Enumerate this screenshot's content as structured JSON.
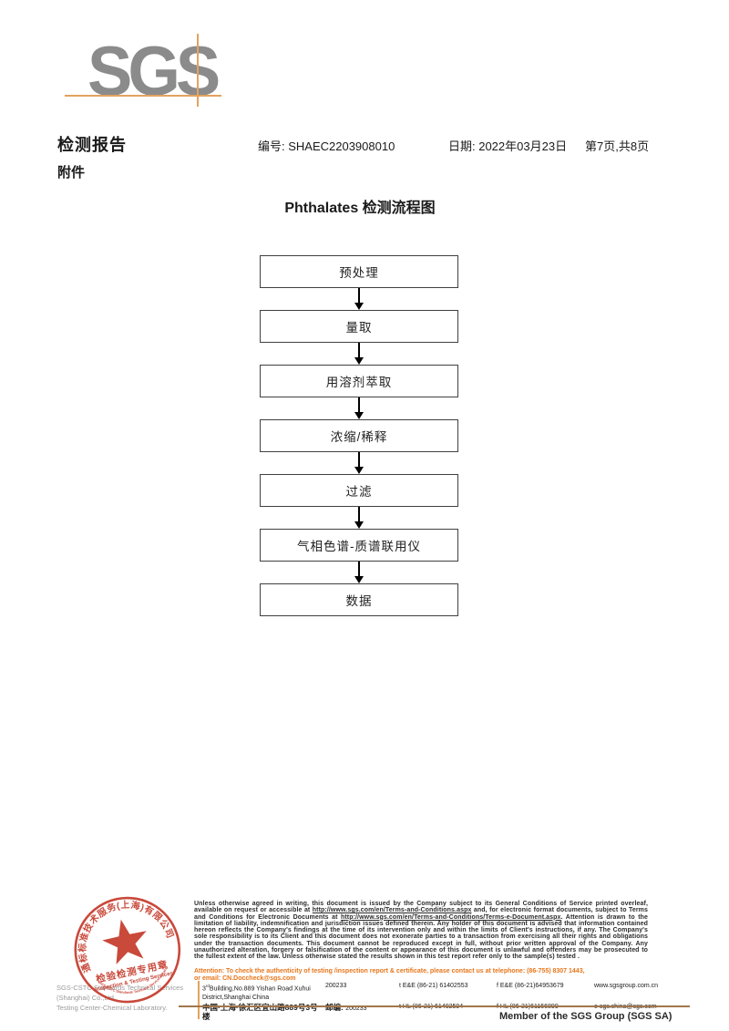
{
  "logo": {
    "text": "SGS"
  },
  "header": {
    "report_title": "检测报告",
    "report_no": "编号: SHAEC2203908010",
    "date": "日期: 2022年03月23日",
    "page_info": "第7页,共8页",
    "attachment_label": "附件"
  },
  "flowchart": {
    "title": "Phthalates 检测流程图",
    "steps": [
      "预处理",
      "量取",
      "用溶剂萃取",
      "浓缩/稀释",
      "过滤",
      "气相色谱-质谱联用仪",
      "数据"
    ]
  },
  "stamp": {
    "ring_cn": "通标标准技术服务(上海)有限公司",
    "ring_en": "SGS-CSTC Standards Technical Services(Shanghai) Co.,Ltd.",
    "inner_line1": "检验检测专用章",
    "inner_line2": "Inspection & Testing Services"
  },
  "company": {
    "line1": "SGS-CSTC Standards Technical Services (Shanghai) Co.,Ltd.",
    "line2": "Testing Center-Chemical Laboratory."
  },
  "disclaimer": {
    "seg1": "Unless otherwise agreed in writing, this document is issued by the Company subject to its General Conditions of Service printed overleaf, available on request or accessible at ",
    "url1": "http://www.sgs.com/en/Terms-and-Conditions.aspx",
    "seg2": " and, for electronic format documents, subject to Terms and Conditions for Electronic Documents at ",
    "url2": "http://www.sgs.com/en/Terms-and-Conditions/Terms-e-Document.aspx",
    "seg3": ". Attention is drawn to the limitation of liability, indemnification and jurisdiction issues defined therein. Any holder of this document is advised that information contained hereon reflects the Company's findings at the time of its intervention only and within the limits of Client's instructions, if any. The Company's sole responsibility is to its Client and this document does not exonerate parties to a transaction from exercising all their rights and obligations under the transaction documents. This document cannot be reproduced except in full, without prior written approval of the Company. Any unauthorized alteration, forgery or falsification of the content or appearance of this document is unlawful and offenders may be prosecuted to the fullest extent of the law. Unless otherwise stated the results shown in this test report refer only to the sample(s) tested .",
    "attention1": "Attention: To check the authenticity of testing /inspection report & certificate, please contact us at telephone: (86-755) 8307 1443,",
    "attention2": "or email: CN.Doccheck@sgs.com"
  },
  "address": {
    "en_no": "3",
    "en_sup": "rd",
    "en_rest": "Building,No.889 Yishan Road Xuhui District,Shanghai China",
    "en_post": "200233",
    "en_tel": "t E&E (86-21) 61402553",
    "en_fax": "f E&E (86-21)64953679",
    "web": "www.sgsgroup.com.cn",
    "cn_addr": "中国·上海·徐汇区宜山路889号3号楼",
    "cn_post": "邮编: 200233",
    "cn_tel": "t HL (86-21) 61402594",
    "cn_fax": "f HL (86-21)61156899",
    "email": "e sgs.china@sgs.com"
  },
  "footer": {
    "member": "Member of the SGS Group (SGS SA)"
  },
  "colors": {
    "logo_gray": "#8b8b8b",
    "accent_orange": "#e2a35f",
    "attention_orange": "#e8761a",
    "stamp_red": "#c53a2b",
    "footer_line_brown": "#a3764a"
  }
}
